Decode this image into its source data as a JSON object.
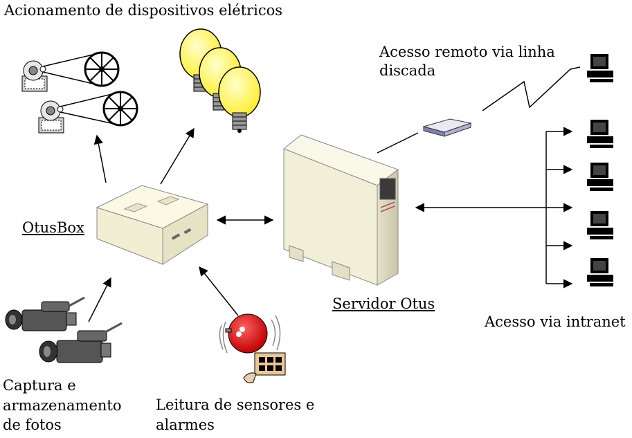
{
  "labels": {
    "devices": "Acionamento de dispositivos elétricos",
    "remote_l1": "Acesso remoto via linha",
    "remote_l2": "discada",
    "otusbox": "OtusBox",
    "server": "Servidor Otus",
    "intranet": "Acesso via intranet",
    "capture_l1": "Captura e",
    "capture_l2": "armazenamento",
    "capture_l3": "de fotos",
    "sensors_l1": "Leitura de sensores e",
    "sensors_l2": "alarmes"
  },
  "colors": {
    "bulb": "#ffff66",
    "bell": "#e01010",
    "box": "#fbf9e3",
    "server": "#f2efd8",
    "line": "#000000"
  },
  "icons": [
    "motor-icon",
    "light-bulb-icon",
    "modem-icon",
    "server-icon",
    "computer-icon",
    "camcorder-icon",
    "alarm-bell-icon",
    "keypad-icon"
  ]
}
